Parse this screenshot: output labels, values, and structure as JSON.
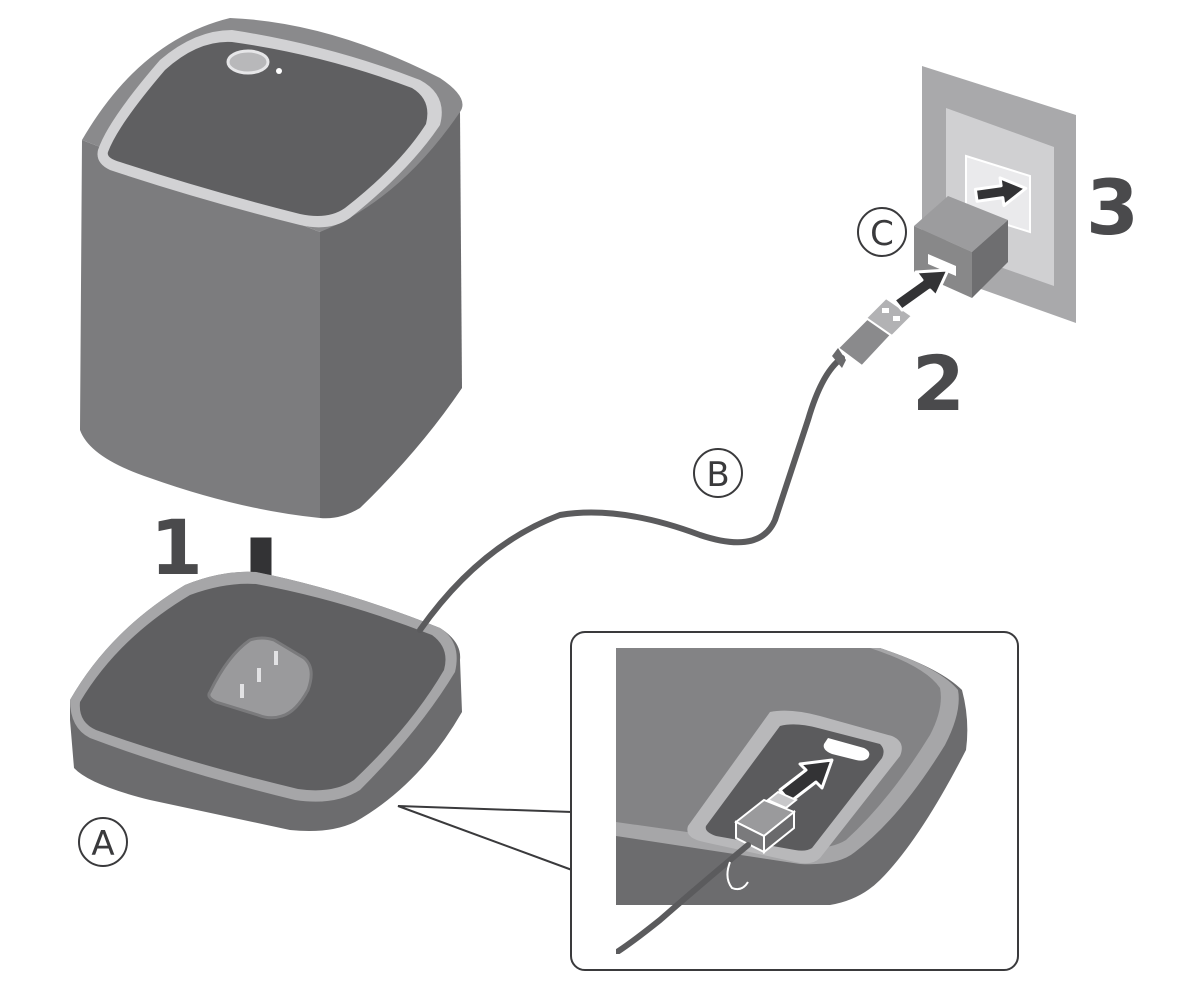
{
  "steps": [
    "1",
    "2",
    "3"
  ],
  "parts": {
    "base": "A",
    "cable": "B",
    "adapter": "C"
  },
  "colors": {
    "body": "#7c7c7e",
    "body_side": "#6a6a6c",
    "top": "#5f5f61",
    "rim": "#d2d2d4",
    "arrow": "#333335",
    "wall": "#a9a9ab",
    "wall_inner": "#d0d0d2",
    "cable": "#5b5b5d",
    "adapter": "#848486"
  }
}
